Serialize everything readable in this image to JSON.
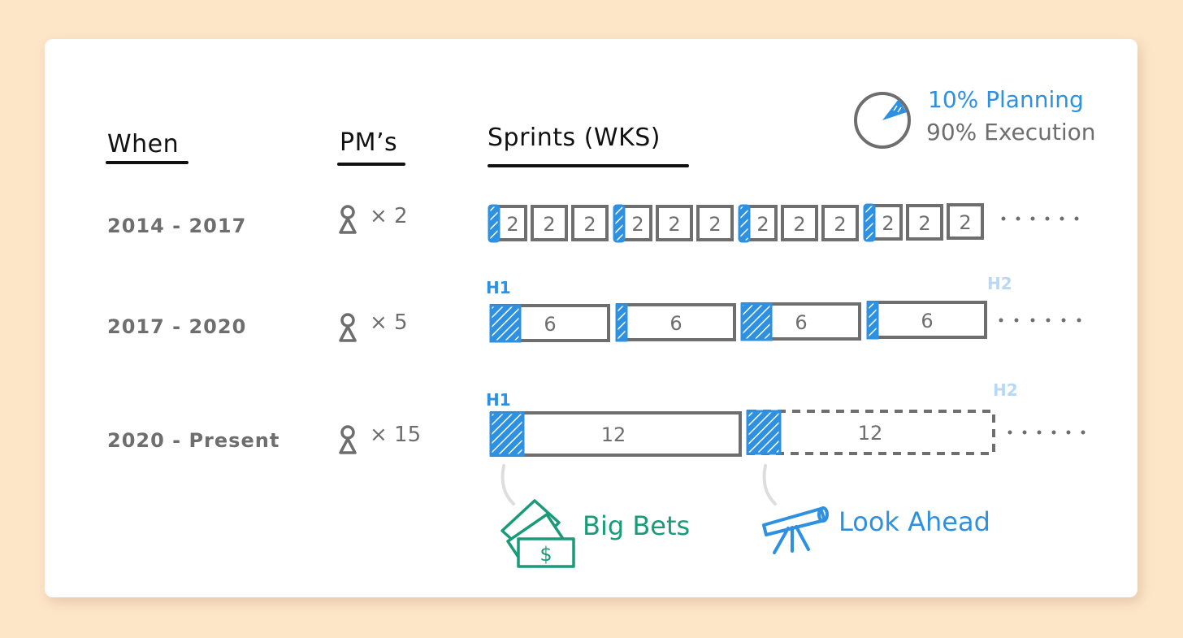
{
  "colors": {
    "background": "#fde5c8",
    "card": "#ffffff",
    "ink": "#111111",
    "gray": "#6e6e6e",
    "planning_blue": "#2e90e0",
    "light_blue": "#b7d9f5",
    "green": "#1a9a78",
    "connector": "#dddddd"
  },
  "legend": {
    "icon": "pie-10-percent-icon",
    "planning": "10% Planning",
    "execution": "90% Execution"
  },
  "headers": {
    "when": "When",
    "pms": "PM’s",
    "sprints": "Sprints (WKS)"
  },
  "rows": [
    {
      "when": "2014 - 2017",
      "pm_icon": "person-icon",
      "pm_count": "× 2",
      "sprint_weeks": "2",
      "sprint_count_shown": 12,
      "group_size": 3,
      "continues": "......"
    },
    {
      "when": "2017 - 2020",
      "pm_icon": "person-icon",
      "pm_count": "× 5",
      "sprint_weeks": "6",
      "sprint_count_shown": 4,
      "h1_label": "H1",
      "h2_label": "H2",
      "continues": "......"
    },
    {
      "when": "2020 - Present",
      "pm_icon": "person-icon",
      "pm_count": "× 15",
      "sprint_weeks": "12",
      "sprint_count_shown": 2,
      "h1_label": "H1",
      "h2_label": "H2",
      "continues": "......"
    }
  ],
  "annotations": [
    {
      "icon": "money-bills-icon",
      "label": "Big Bets"
    },
    {
      "icon": "telescope-icon",
      "label": "Look Ahead"
    }
  ]
}
